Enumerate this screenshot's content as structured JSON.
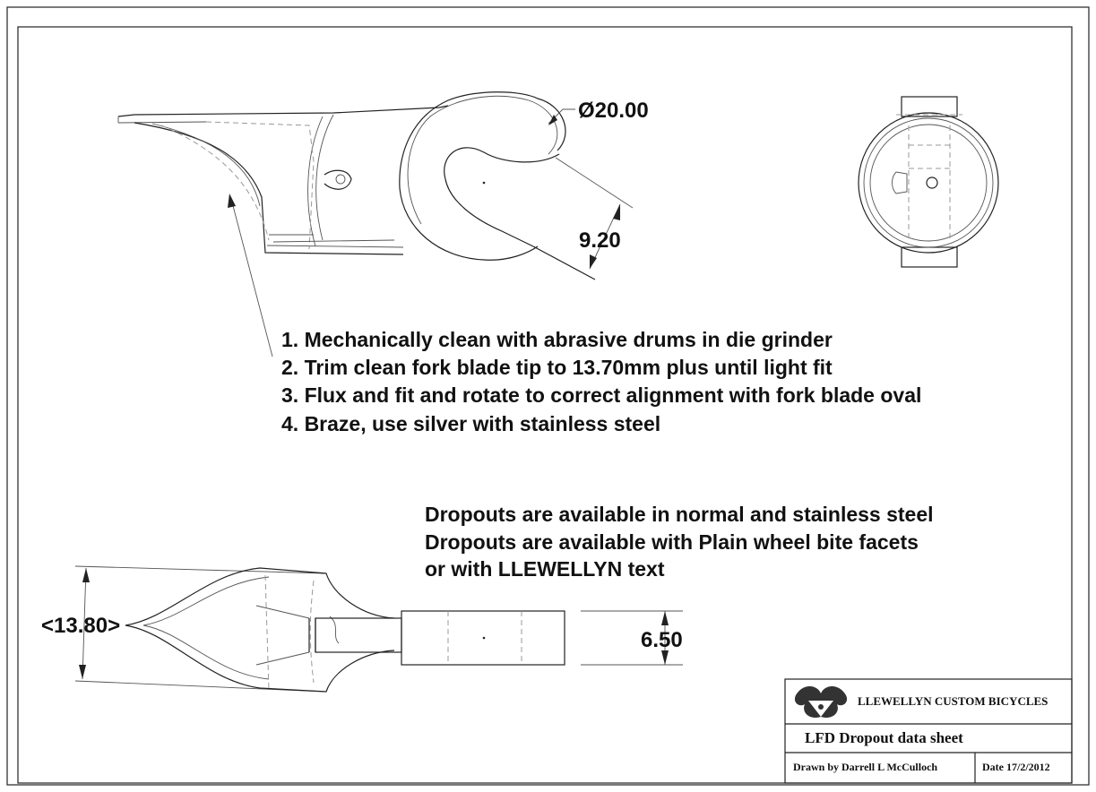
{
  "dimensions": {
    "diameter": "Ø20.00",
    "slot_width": "9.20",
    "tip_width": "<13.80>",
    "tab_thickness": "6.50"
  },
  "instructions": [
    "1. Mechanically clean with abrasive drums in die grinder",
    "2. Trim clean fork blade tip to 13.70mm plus until light fit",
    "3. Flux and fit and rotate  to correct alignment with fork blade oval",
    "4. Braze, use silver with stainless steel"
  ],
  "availability_notes": [
    "Dropouts are available in normal and stainless steel",
    "Dropouts are available with Plain wheel bite facets",
    "or with LLEWELLYN text"
  ],
  "title_block": {
    "company": "LLEWELLYN CUSTOM BICYCLES",
    "sheet_title": "LFD Dropout data sheet",
    "drawn_by": "Drawn by Darrell L McCulloch",
    "date": "Date 17/2/2012"
  }
}
